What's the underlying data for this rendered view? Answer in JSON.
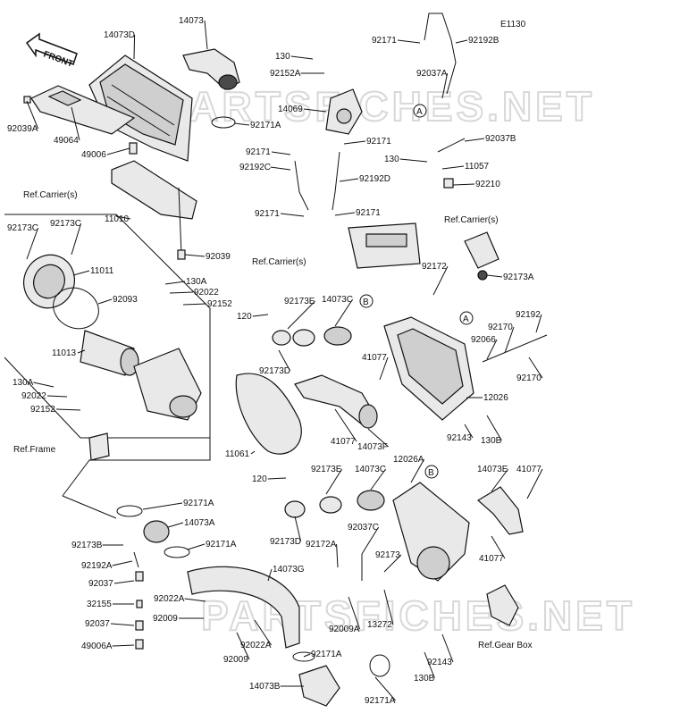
{
  "diagram_code": "E1130",
  "front_label": "FRONT",
  "watermark": "PARTSFICHES.NET",
  "callouts": [
    "A",
    "B"
  ],
  "refs": [
    "Ref.Carrier(s)",
    "Ref.Carrier(s)",
    "Ref.Carrier(s)",
    "Ref.Frame",
    "Ref.Gear Box"
  ],
  "parts": [
    "14073",
    "14073D",
    "92171A",
    "92039A",
    "49064",
    "49006",
    "92039",
    "130A",
    "92022",
    "92152",
    "11010",
    "92173C",
    "92173C",
    "11011",
    "92093",
    "11013",
    "130A",
    "92022",
    "92152",
    "130",
    "92171",
    "92192B",
    "92152A",
    "92037A",
    "14069",
    "92171",
    "92192C",
    "92171",
    "92192D",
    "92171",
    "92171",
    "92037B",
    "130",
    "11057",
    "92210",
    "92173A",
    "92172",
    "92173E",
    "14073C",
    "120",
    "92173D",
    "92192",
    "92066",
    "92170",
    "92170",
    "41077",
    "12026",
    "11061",
    "41077",
    "14073F",
    "92143",
    "130B",
    "12026A",
    "14073E",
    "41077",
    "120",
    "92173E",
    "14073C",
    "92037C",
    "92173D",
    "92172A",
    "92173",
    "41077",
    "92009A",
    "13272",
    "92143",
    "130B",
    "92171A",
    "14073A",
    "92173B",
    "92171A",
    "92192A",
    "92037",
    "32155",
    "92037",
    "49006A",
    "14073G",
    "92022A",
    "92009",
    "92009",
    "92022A",
    "92171A",
    "14073B",
    "92171A"
  ]
}
